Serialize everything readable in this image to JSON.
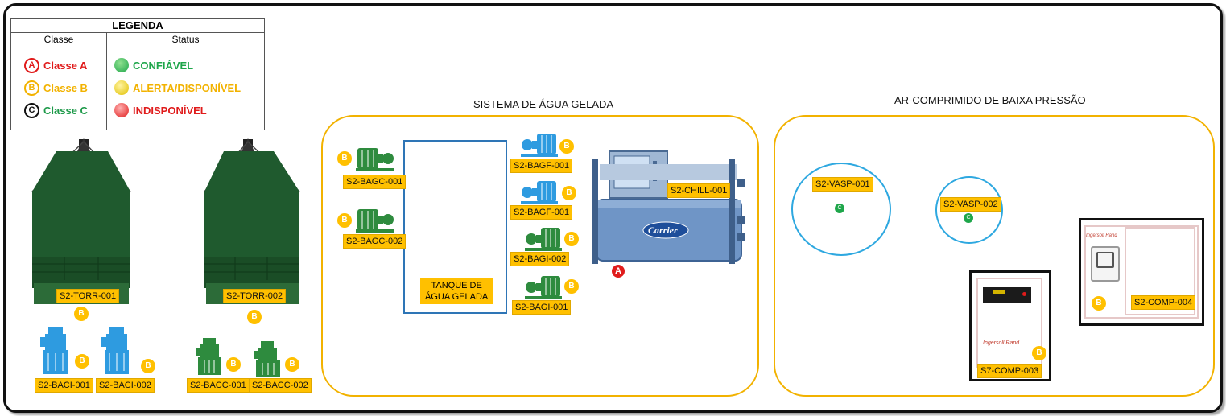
{
  "legend": {
    "title": "LEGENDA",
    "col_class": "Classe",
    "col_status": "Status",
    "classes": [
      {
        "letter": "A",
        "label": "Classe A",
        "color": "#e01b1b"
      },
      {
        "letter": "B",
        "label": "Classe B",
        "color": "#f2b200"
      },
      {
        "letter": "C",
        "label": "Classe C",
        "color": "#1e9a4a"
      }
    ],
    "statuses": [
      {
        "label": "CONFIÁVEL",
        "color": "#1ea64a"
      },
      {
        "label": "ALERTA/DISPONÍVEL",
        "color": "#f2b200"
      },
      {
        "label": "INDISPONÍVEL",
        "color": "#e01b1b"
      }
    ]
  },
  "towers": [
    {
      "tag": "S2-TORR-001",
      "class": "B"
    },
    {
      "tag": "S2-TORR-002",
      "class": "B"
    }
  ],
  "pumps_tower": [
    {
      "tag": "S2-BACI-001",
      "class": "B",
      "color": "blue"
    },
    {
      "tag": "S2-BACI-002",
      "class": "B",
      "color": "blue"
    },
    {
      "tag": "S2-BACC-001",
      "class": "B",
      "color": "green"
    },
    {
      "tag": "S2-BACC-002",
      "class": "B",
      "color": "green"
    }
  ],
  "chilled_water": {
    "title": "SISTEMA DE ÁGUA GELADA",
    "tank_label_1": "TANQUE DE",
    "tank_label_2": "ÁGUA GELADA",
    "left_pumps": [
      {
        "tag": "S2-BAGC-001",
        "class": "B"
      },
      {
        "tag": "S2-BAGC-002",
        "class": "B"
      }
    ],
    "right_pumps": [
      {
        "tag": "S2-BAGF-001",
        "class": "B"
      },
      {
        "tag": "S2-BAGF-001",
        "class": "B"
      },
      {
        "tag": "S2-BAGI-002",
        "class": "B"
      },
      {
        "tag": "S2-BAGI-001",
        "class": "B"
      }
    ],
    "chiller": {
      "tag": "S2-CHILL-001",
      "class": "A",
      "brand": "Carrier"
    }
  },
  "compressed_air": {
    "title": "AR-COMPRIMIDO DE BAIXA PRESSÃO",
    "vessels": [
      {
        "tag": "S2-VASP-001",
        "class": "C"
      },
      {
        "tag": "S2-VASP-002",
        "class": "C"
      }
    ],
    "compressors": [
      {
        "tag": "S7-COMP-003",
        "class": "B",
        "brand": "Ingersoll Rand"
      },
      {
        "tag": "S2-COMP-004",
        "class": "B",
        "brand": "Ingersoll Rand"
      }
    ]
  }
}
